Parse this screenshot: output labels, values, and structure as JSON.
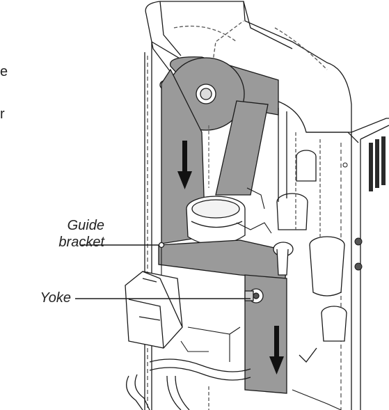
{
  "labels": {
    "guide_bracket_line1": "Guide",
    "guide_bracket_line2": "bracket",
    "yoke": "Yoke"
  },
  "cut_off_text": {
    "fragment_1": "e",
    "fragment_2": "r"
  },
  "colors": {
    "film": "#9a9a9a",
    "film_dark": "#8a8a8a",
    "line": "#1a1a1a",
    "dash": "#555555",
    "arrow": "#111111"
  }
}
